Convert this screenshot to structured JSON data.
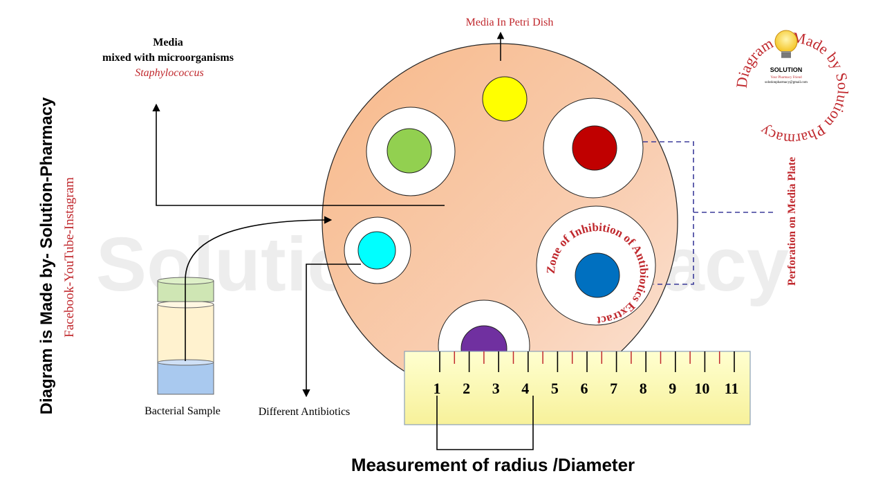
{
  "side_credit": {
    "main": "Diagram is Made by- Solution-Pharmacy",
    "social": "Facebook-YouTube-Instagram"
  },
  "right_label": "Perforation on Media Plate",
  "top": {
    "media_title": "Media",
    "media_line2": "mixed with microorganisms",
    "organism": "Staphylococcus",
    "petri_label": "Media In Petri Dish"
  },
  "labels": {
    "bacterial_sample": "Bacterial Sample",
    "different_antibiotics": "Different Antibiotics",
    "zone_of_inhibition": "Zone of Inhibition of Antibiotics Extract",
    "measurement": "Measurement of radius /Diameter"
  },
  "watermark": "Solution-Pharmacy",
  "logo": {
    "ring_text": "Diagram is Made by Solution Pharmacy",
    "name": "SOLUTION",
    "tagline": "Your Pharmacy Friend",
    "email": "solutionpharmacy@gmail.com"
  },
  "ruler": {
    "ticks": [
      "1",
      "2",
      "3",
      "4",
      "5",
      "6",
      "7",
      "8",
      "9",
      "10",
      "11"
    ]
  },
  "colors": {
    "red_text": "#c0282d",
    "plate_fill": "#f9c9a4",
    "disc_yellow": "#ffff00",
    "disc_green": "#92d050",
    "disc_red": "#c00000",
    "disc_cyan": "#00ffff",
    "disc_blue": "#0070c0",
    "disc_purple": "#7030a0",
    "ruler_fill": "#fffcc0",
    "dash_line": "#3b3b9a"
  }
}
